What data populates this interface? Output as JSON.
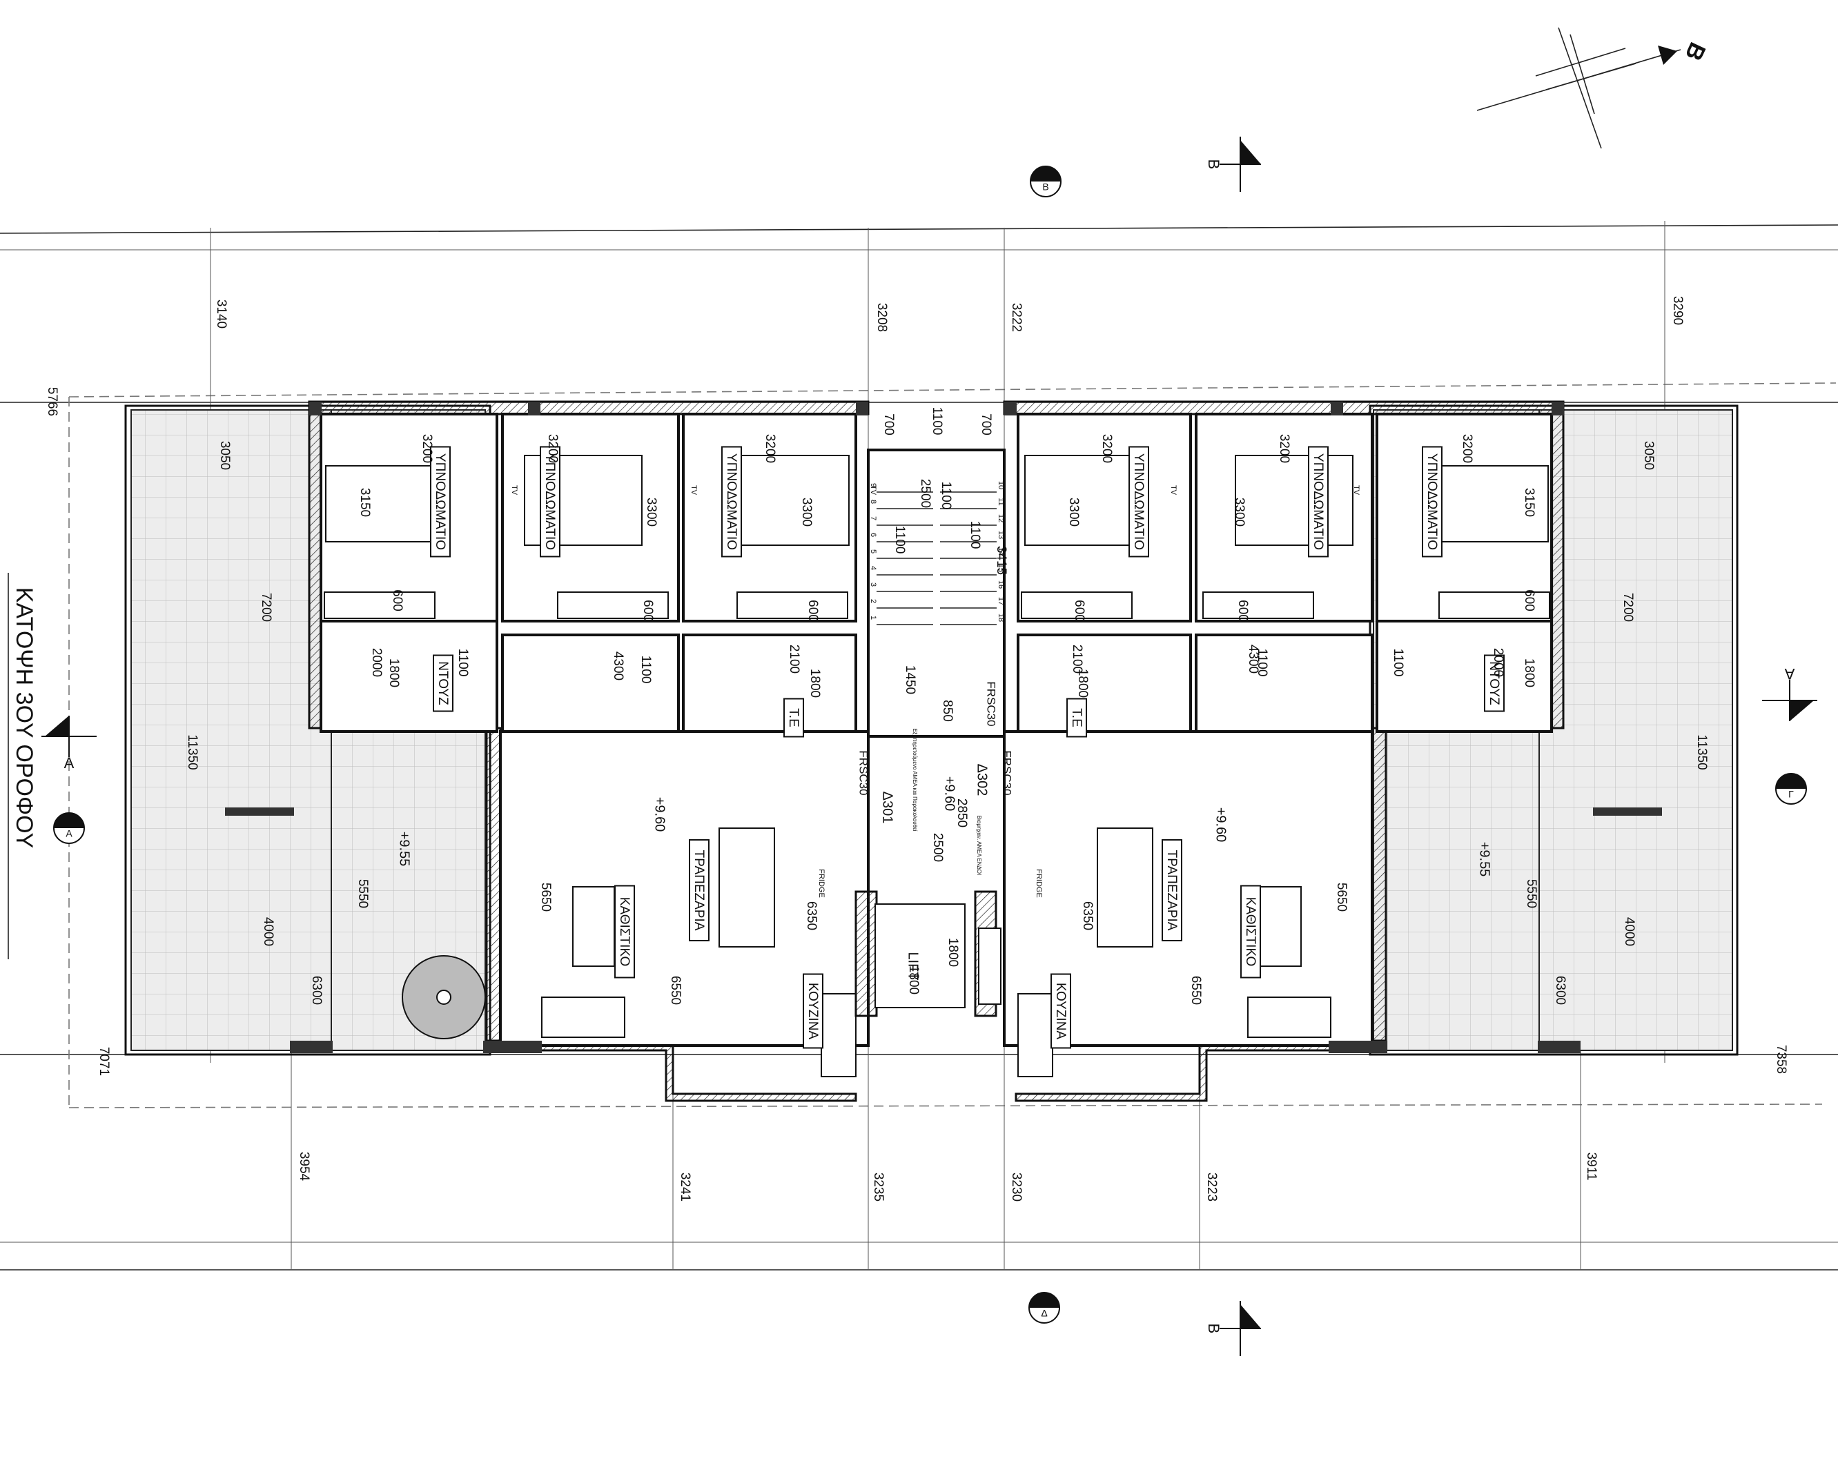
{
  "title": "ΚΑΤΟΨΗ 3ΟΥ ΟΡΟΦΟΥ",
  "rooms": {
    "bedroom": "ΥΠΝΟΔΩΜΑΤΙΟ",
    "shower": "ΝΤΟΥΖ",
    "dining": "ΤΡΑΠΕΖΑΡΙΑ",
    "living": "ΚΑΘΙΣΤΙΚΟ",
    "kitchen": "ΚΟΥΖΙΝΑ",
    "lift": "LIFT",
    "te": "Τ.Ε",
    "tv": "TV",
    "fridge": "FRIDGE"
  },
  "levels": {
    "apartment": "+9.60",
    "terrace": "+9.55"
  },
  "doors": {
    "fire_door": "FRSC30",
    "apt_left": "Δ301",
    "apt_right": "Δ302"
  },
  "notes": {
    "disabled_space": "Εξυπηρετούμενο ΑΜΕΑ και Παρακολουθεί",
    "lobby_note": "Βιομηχαν. ΑΜΕΑ ΕΝΔΟΙ"
  },
  "section_marks": {
    "a": "A",
    "b": "B",
    "g": "Γ",
    "d": "Δ"
  },
  "dims": {
    "top": [
      "3140",
      "3208",
      "3222",
      "3290"
    ],
    "bottom": [
      "3954",
      "3241",
      "3235",
      "3230",
      "3223",
      "3911"
    ],
    "left": [
      "5766",
      "7071"
    ],
    "right": [
      "7358"
    ],
    "room_width": "3200",
    "room_depth": [
      "3150",
      "3300"
    ],
    "closet": "600",
    "core": [
      "700",
      "1100",
      "2500",
      "1100",
      "3415",
      "1450",
      "850",
      "2850",
      "2500",
      "1800",
      "1800"
    ],
    "corridor": [
      "4300",
      "1100",
      "2100",
      "1800",
      "2000",
      "1800",
      "1100"
    ],
    "terrace": [
      "3050",
      "7200",
      "11350",
      "5550",
      "4000",
      "6300"
    ],
    "living": [
      "5650",
      "6350",
      "6550"
    ],
    "stair_steps": [
      "1",
      "2",
      "3",
      "4",
      "5",
      "6",
      "7",
      "8",
      "9",
      "10",
      "11",
      "12",
      "13",
      "14",
      "15",
      "16",
      "17",
      "18"
    ]
  }
}
